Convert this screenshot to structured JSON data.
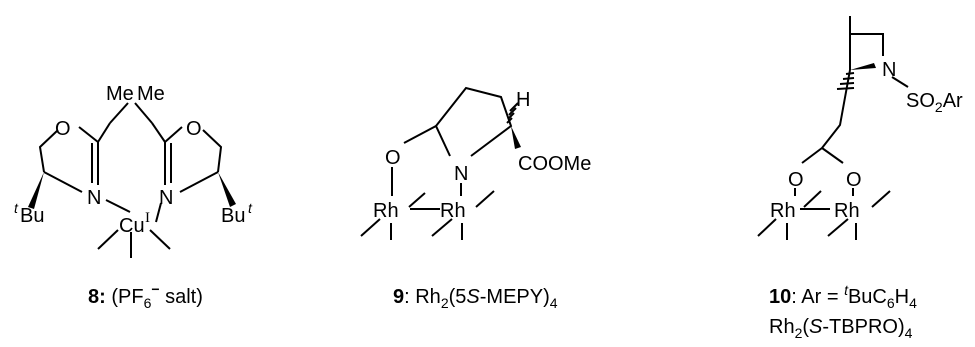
{
  "structures": [
    {
      "id": "8",
      "atoms": {
        "me_left": "Me",
        "me_right": "Me",
        "o_left": "O",
        "o_right": "O",
        "n_left": "N",
        "n_right": "N",
        "cu": "Cu",
        "cu_ox": "I",
        "bu_left_sup": "t",
        "bu_left": "Bu",
        "bu_right": "Bu",
        "bu_right_sup": "t"
      },
      "caption": {
        "number": "8:",
        "open": " (PF",
        "sub": "6",
        "charge": "−",
        "close": " salt)"
      }
    },
    {
      "id": "9",
      "atoms": {
        "o": "O",
        "n": "N",
        "h": "H",
        "ester": "COOMe",
        "rh_left": "Rh",
        "rh_right": "Rh"
      },
      "caption": {
        "number": "9",
        "colon": ": Rh",
        "sub1": "2",
        "paren_open": "(5",
        "stereo": "S",
        "rest": "-MEPY)",
        "sub2": "4"
      }
    },
    {
      "id": "10",
      "atoms": {
        "n": "N",
        "so2ar_pre": "SO",
        "so2ar_sub": "2",
        "so2ar_post": "Ar",
        "o_left": "O",
        "o_right": "O",
        "rh_left": "Rh",
        "rh_right": "Rh"
      },
      "caption": {
        "number": "10",
        "colon": ": Ar = ",
        "t_sup": "t",
        "bu": "BuC",
        "sub6": "6",
        "h": "H",
        "sub4": "4",
        "line2_rh": "Rh",
        "line2_sub2": "2",
        "line2_open": "(",
        "line2_stereo": "S",
        "line2_rest": "-TBPRO)",
        "line2_sub4": "4"
      }
    }
  ]
}
